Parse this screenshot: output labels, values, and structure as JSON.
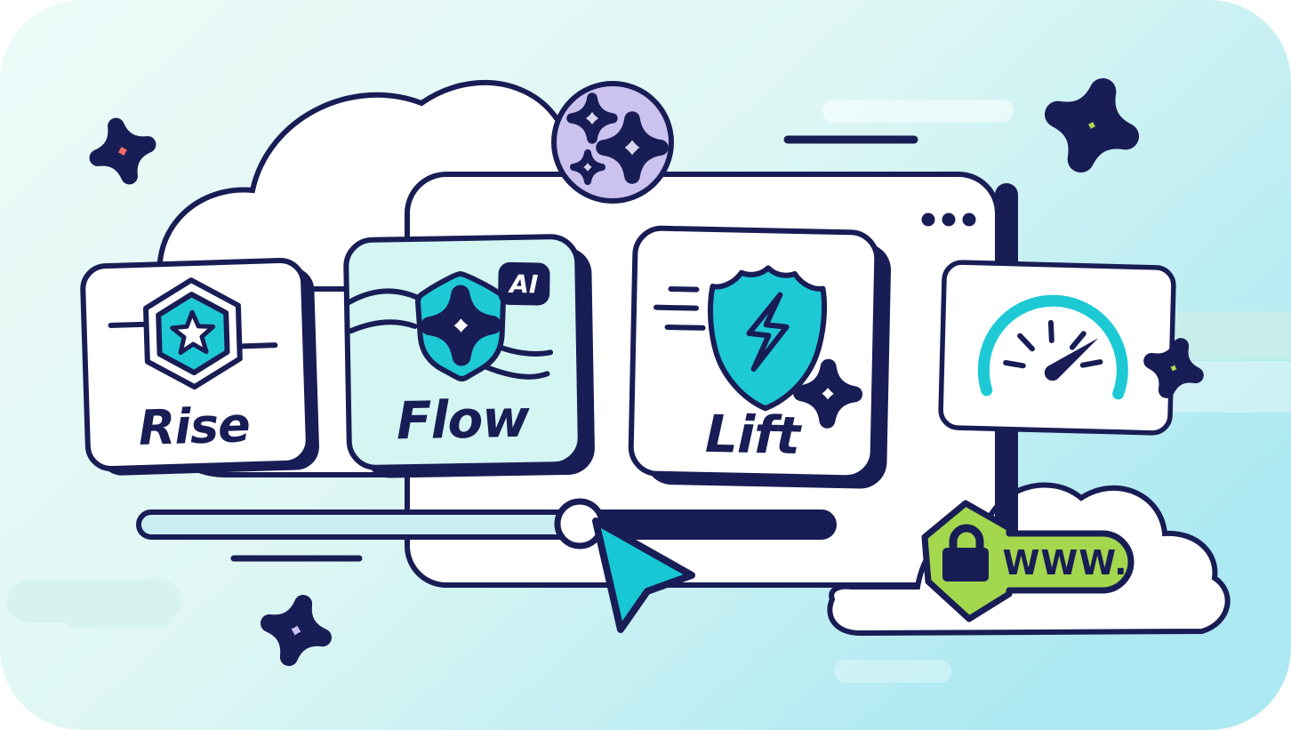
{
  "scene": {
    "cards": {
      "rise": {
        "label": "Rise",
        "icon": "hexagon-star-badge"
      },
      "flow": {
        "label": "Flow",
        "ai_badge": "AI",
        "icon": "shield-sparkle"
      },
      "lift": {
        "label": "Lift",
        "icon": "shield-lightning"
      }
    },
    "speed_card": {
      "icon": "speedometer-gauge"
    },
    "url_badge": {
      "label": "WWW.",
      "icon": "padlock"
    },
    "window": {
      "menu_icon": "three-dots"
    }
  },
  "colors": {
    "navy": "#191D55",
    "teal": "#1EC9D6",
    "card_cyan": "#D4F6F3",
    "track_cyan": "#C9EFF4",
    "lavender_circle": "#CBC2F0",
    "lavender_sparkle": "#D9D6F1",
    "purple_star": "#CCC0F2",
    "coral_star": "#F3706A",
    "lime_green": "#A9D94F",
    "background_start": "#ECFBF8",
    "background_end": "#ADE9F2"
  }
}
